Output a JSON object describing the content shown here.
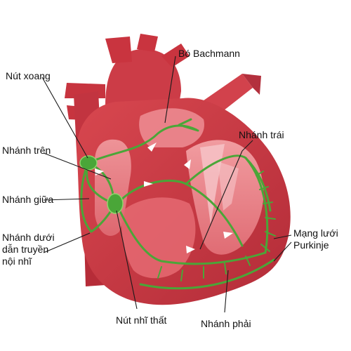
{
  "labels": {
    "bachmann": "Bó Bachmann",
    "sa_node": "Nút xoang",
    "left_branch": "Nhánh trái",
    "upper_branch": "Nhánh trên",
    "middle_branch": "Nhánh giữa",
    "lower_branch": [
      "Nhánh dưới",
      "dẫn truyền",
      "nội nhĩ"
    ],
    "purkinje": [
      "Mạng lưới",
      "Purkinje"
    ],
    "av_node": "Nút nhĩ thất",
    "right_branch": "Nhánh phải"
  },
  "colors": {
    "heart_dark": "#b3303d",
    "heart_mid": "#d94a56",
    "heart_light": "#ef7e86",
    "heart_inner": "#f3a2a6",
    "conduction": "#4aa638",
    "conduction_light": "#8fd46a",
    "arrow": "#ffffff",
    "leader_line": "#1a1a1a"
  }
}
